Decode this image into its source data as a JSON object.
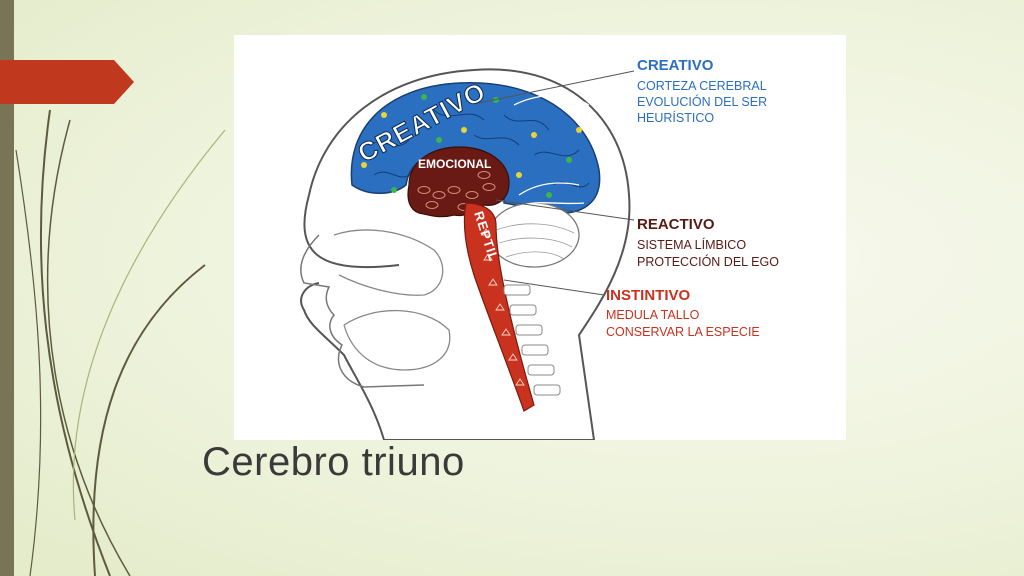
{
  "slide": {
    "title": "Cerebro triuno",
    "colors": {
      "accent": "#c0391e",
      "left_bar": "#7a7457",
      "background": "#eef3dc"
    }
  },
  "diagram": {
    "region_labels": {
      "creativo": "CREATIVO",
      "emocional": "EMOCIONAL",
      "reptil": "REPTIL"
    },
    "legend": [
      {
        "title": "CREATIVO",
        "lines": [
          "CORTEZA CEREBRAL",
          "EVOLUCIÓN DEL SER",
          "HEURÍSTICO"
        ],
        "color": "#2a6fc0"
      },
      {
        "title": "REACTIVO",
        "lines": [
          "SISTEMA LÍMBICO",
          "PROTECCIÓN DEL EGO"
        ],
        "color": "#5a1a14"
      },
      {
        "title": "INSTINTIVO",
        "lines": [
          "MEDULA TALLO",
          "CONSERVAR  LA ESPECIE"
        ],
        "color": "#c8321e"
      }
    ]
  }
}
